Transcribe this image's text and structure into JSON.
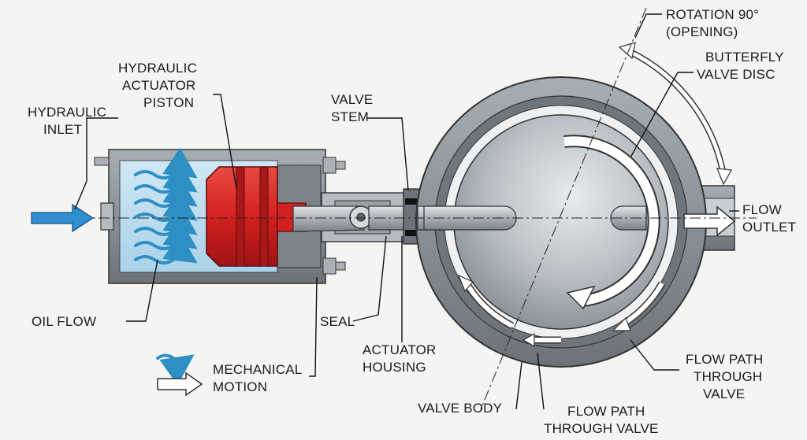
{
  "labels": {
    "hydraulic_inlet": [
      "HYDRAULIC",
      "INLET"
    ],
    "hydraulic_actuator_piston": [
      "HYDRAULIC",
      "ACTUATOR",
      "PISTON"
    ],
    "valve_stem": [
      "VALVE",
      "STEM"
    ],
    "rotation": [
      "ROTATION 90°",
      "(OPENING)"
    ],
    "butterfly_valve_disc": [
      "BUTTERFLY",
      "VALVE DISC"
    ],
    "flow_outlet": [
      "FLOW",
      "OUTLET"
    ],
    "oil_flow": [
      "OIL FLOW"
    ],
    "seal": [
      "SEAL"
    ],
    "actuator_housing": [
      "ACTUATOR",
      "HOUSING"
    ],
    "mechanical_motion": [
      "MECHANICAL",
      "MOTION"
    ],
    "flow_path_right": [
      "FLOW PATH",
      "THROUGH",
      "VALVE"
    ],
    "valve_body": [
      "VALVE BODY"
    ],
    "flow_path_bottom": [
      "FLOW PATH",
      "THROUGH VALVE"
    ]
  },
  "colors": {
    "steel": "#8b9298",
    "steel_dark": "#5c6268",
    "steel_light": "#c4c9cd",
    "oil": "#b9dbee",
    "oil_arrow": "#2d8fc4",
    "piston": "#d42020",
    "inlet_arrow": "#2f8fd0"
  }
}
